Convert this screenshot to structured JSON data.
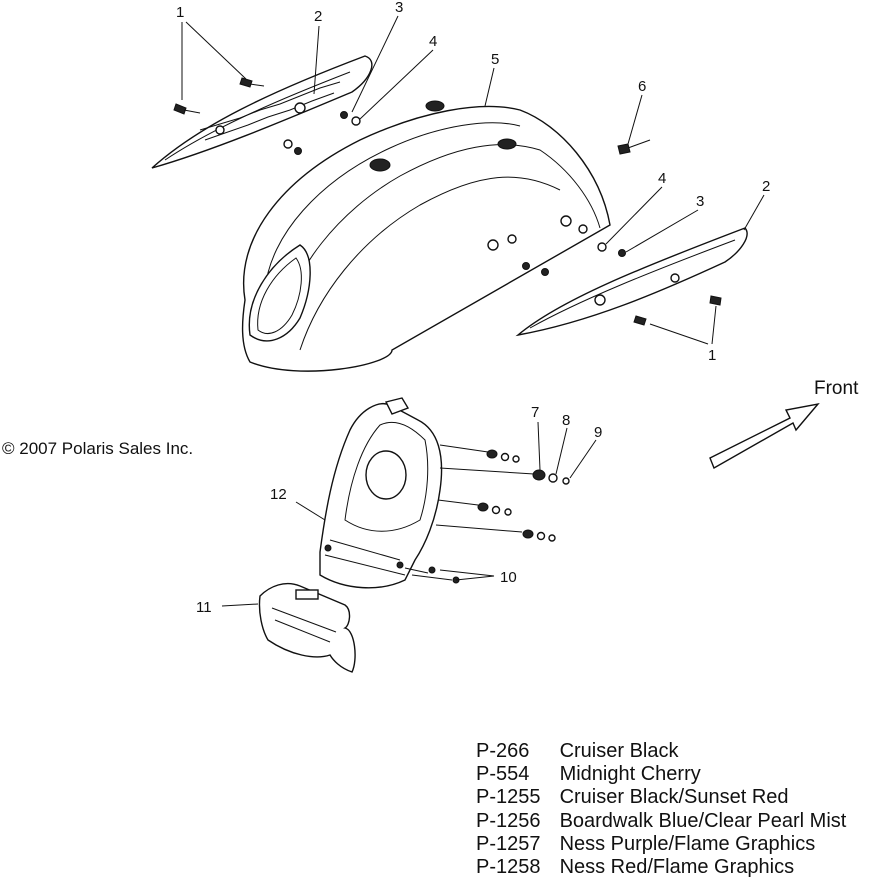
{
  "copyright": "© 2007 Polaris Sales Inc.",
  "direction_label": "Front",
  "callouts": {
    "c1a": "1",
    "c2a": "2",
    "c3a": "3",
    "c4a": "4",
    "c5": "5",
    "c6": "6",
    "c4b": "4",
    "c3b": "3",
    "c2b": "2",
    "c1b": "1",
    "c7": "7",
    "c8": "8",
    "c9": "9",
    "c10": "10",
    "c11": "11",
    "c12": "12"
  },
  "color_codes": [
    {
      "code": "P-266",
      "name": "Cruiser Black"
    },
    {
      "code": "P-554",
      "name": "Midnight Cherry"
    },
    {
      "code": "P-1255",
      "name": "Cruiser Black/Sunset Red"
    },
    {
      "code": "P-1256",
      "name": "Boardwalk Blue/Clear Pearl Mist"
    },
    {
      "code": "P-1257",
      "name": "Ness Purple/Flame Graphics"
    },
    {
      "code": "P-1258",
      "name": "Ness Red/Flame Graphics"
    }
  ]
}
